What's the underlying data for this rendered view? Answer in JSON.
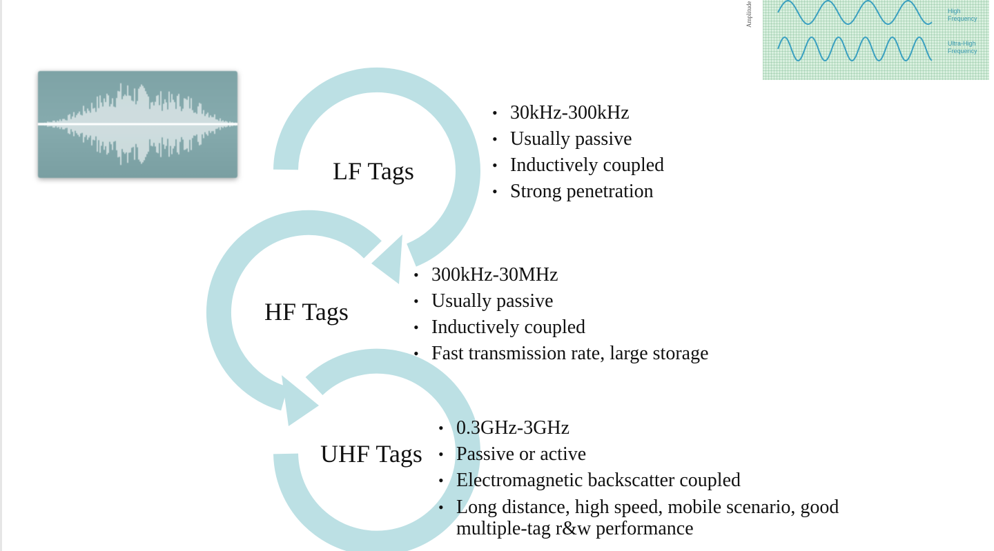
{
  "colors": {
    "ring": "#bce0e4",
    "text": "#111111",
    "freq_wave": "#3aa0c0"
  },
  "thumbnails": {
    "waveform": {
      "icon": "sound-waveform-image"
    },
    "frequency_chart": {
      "axis_label": "Amplitude",
      "labels": [
        "High Frequency",
        "Ultra-High Frequency"
      ]
    }
  },
  "tags": [
    {
      "label": "LF Tags",
      "bullets": [
        "30kHz-300kHz",
        "Usually passive",
        "Inductively coupled",
        "Strong penetration"
      ]
    },
    {
      "label": "HF Tags",
      "bullets": [
        "300kHz-30MHz",
        "Usually passive",
        "Inductively coupled",
        "Fast transmission rate, large storage"
      ]
    },
    {
      "label": "UHF Tags",
      "bullets": [
        "0.3GHz-3GHz",
        "Passive or active",
        "Electromagnetic backscatter coupled",
        "Long distance, high speed, mobile scenario, good multiple-tag r&w performance"
      ]
    }
  ]
}
